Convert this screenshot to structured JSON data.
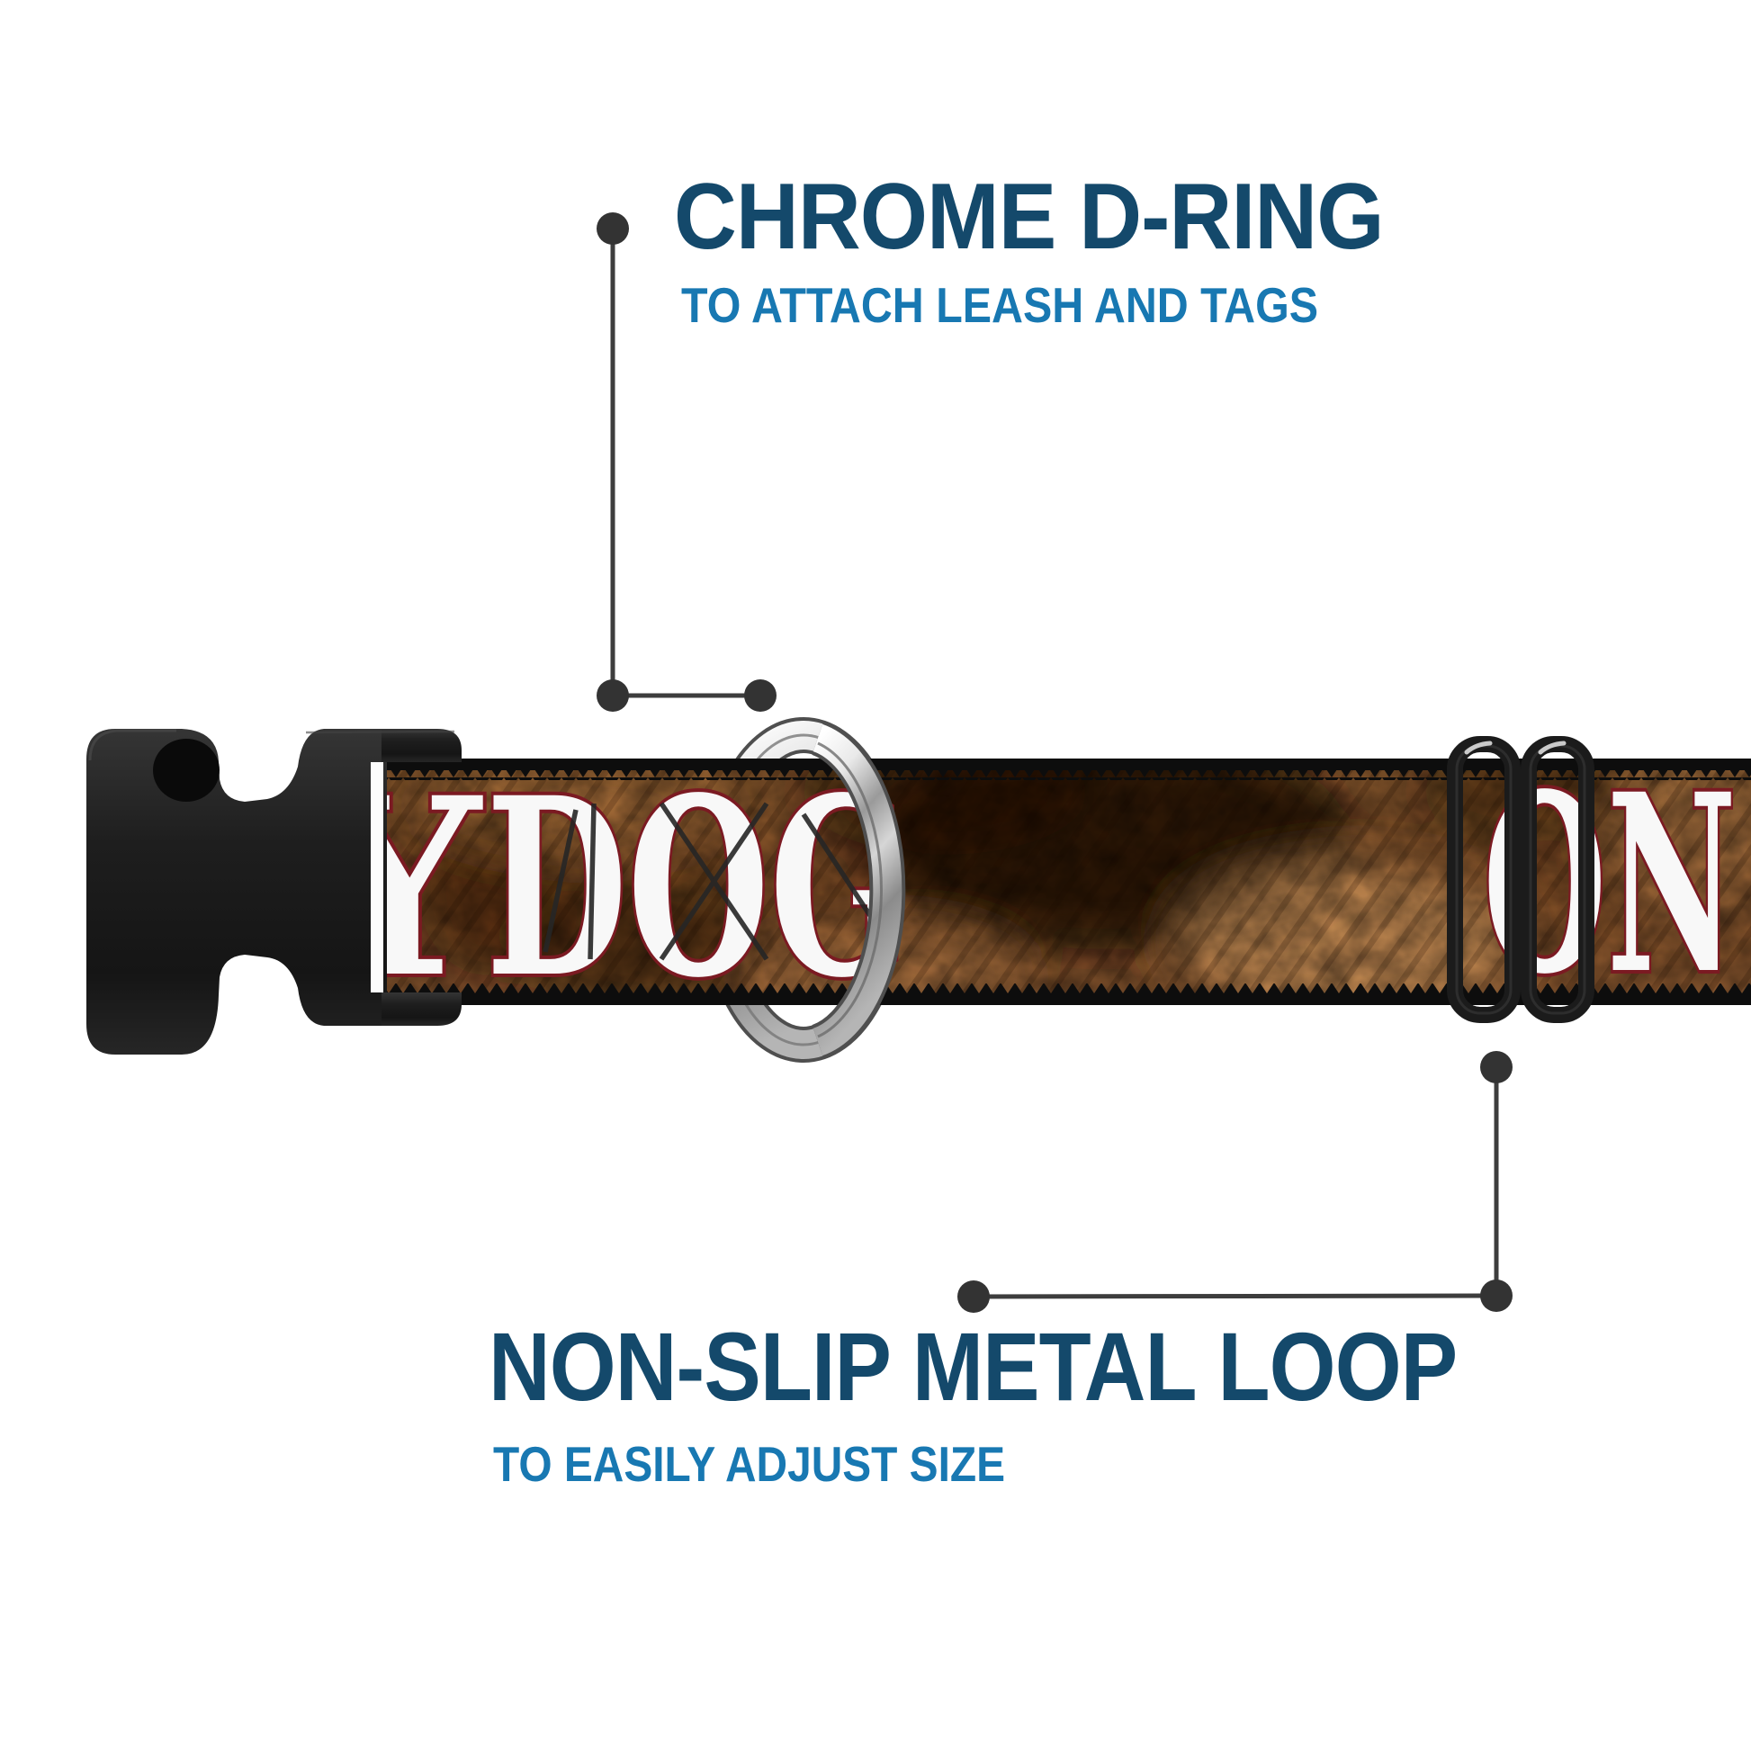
{
  "background_color": "#FFFFFF",
  "annotations": {
    "top": {
      "title": "CHROME D-RING",
      "subtitle": "TO ATTACH LEASH AND TAGS"
    },
    "bottom": {
      "title": "NON-SLIP METAL LOOP",
      "subtitle": "TO EASILY ADJUST SIZE"
    }
  },
  "collar_print": {
    "left_partial_letter": "Y",
    "left_word": "DOG",
    "right_word": "ON"
  },
  "colors": {
    "title_navy": "#14496B",
    "subtitle_blue": "#1878B2",
    "callout_line": "#3D3D3D",
    "callout_dot": "#333333",
    "buckle_black": "#1F1F1F",
    "adjuster_black": "#1B1B1B",
    "chrome_silver": "#C9C9C9",
    "webbing_brown": "#7A4A24",
    "webbing_dark_patch": "#2B1507",
    "webbing_light_patch": "#C68A4E",
    "webbing_edge_black": "#0D0D0D",
    "print_letter_fill": "#F8F8F8",
    "print_letter_outline": "#7B1A22"
  }
}
